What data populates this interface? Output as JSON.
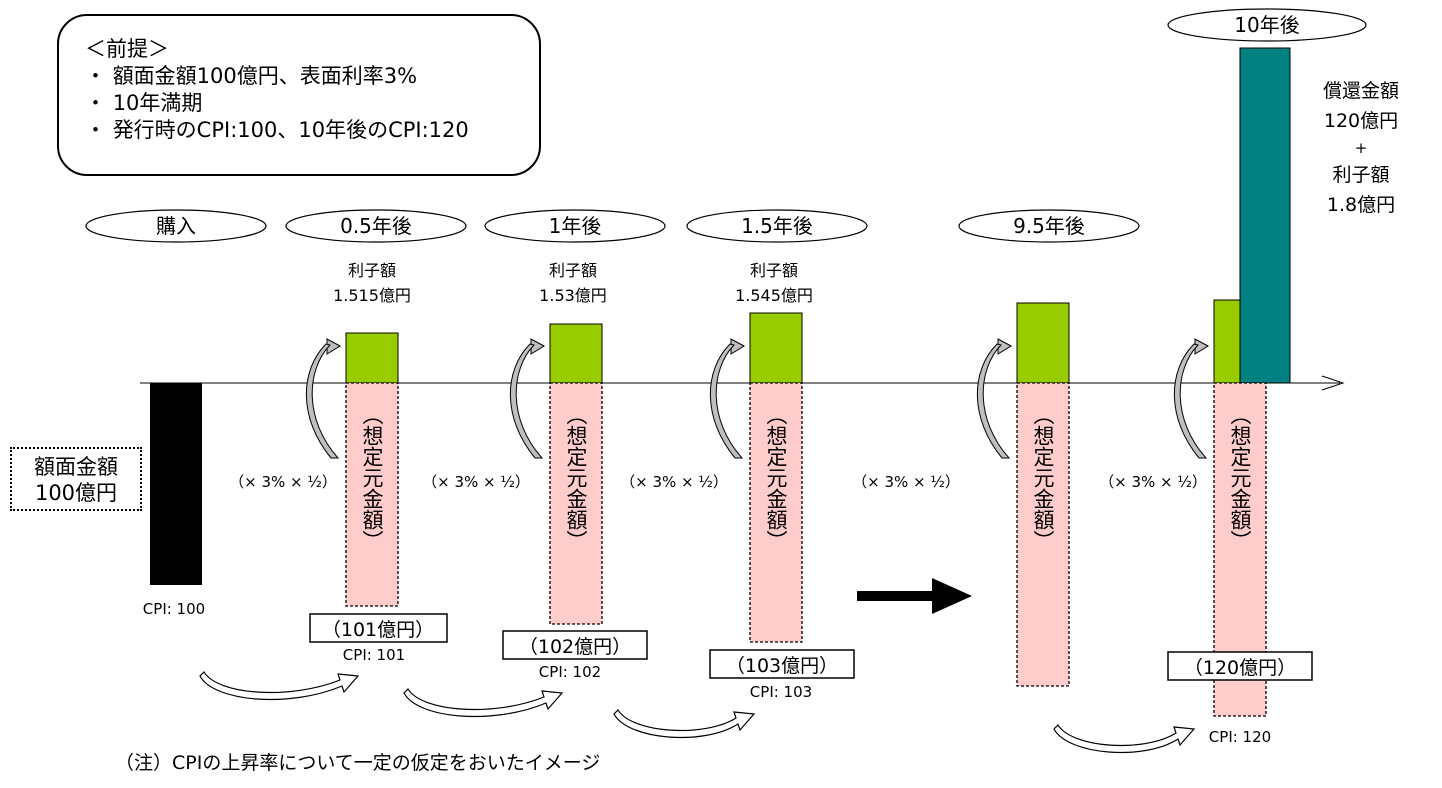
{
  "premise": {
    "title": "＜前提＞",
    "items": [
      "額面金額100億円、表面利率3%",
      "10年満期",
      "発行時のCPI:100、10年後のCPI:120"
    ]
  },
  "face_value": {
    "line1": "額面金額",
    "line2": "100億円"
  },
  "timeline": {
    "labels": [
      "購入",
      "0.5年後",
      "1年後",
      "1.5年後",
      "9.5年後",
      "10年後"
    ]
  },
  "interest": [
    {
      "label": "利子額",
      "amount": "1.515億円"
    },
    {
      "label": "利子額",
      "amount": "1.53億円"
    },
    {
      "label": "利子額",
      "amount": "1.545億円"
    }
  ],
  "multiplier_label": "（× 3% × ½）",
  "notional_label": "（想定元金額）",
  "principal": [
    "（101億円）",
    "（102億円）",
    "（103億円）",
    "（120億円）"
  ],
  "cpi": [
    "CPI: 100",
    "CPI: 101",
    "CPI: 102",
    "CPI: 103",
    "CPI: 120"
  ],
  "redemption": {
    "line1": "償還金額",
    "line2": "120億円",
    "plus": "+",
    "line3": "利子額",
    "line4": "1.8億円"
  },
  "note": "（注）CPIの上昇率について一定の仮定をおいたイメージ",
  "colors": {
    "interest_bar": "#99cc00",
    "notional_bar": "#ffcccc",
    "redemption_bar": "#008080",
    "purchase_bar": "#000000"
  }
}
